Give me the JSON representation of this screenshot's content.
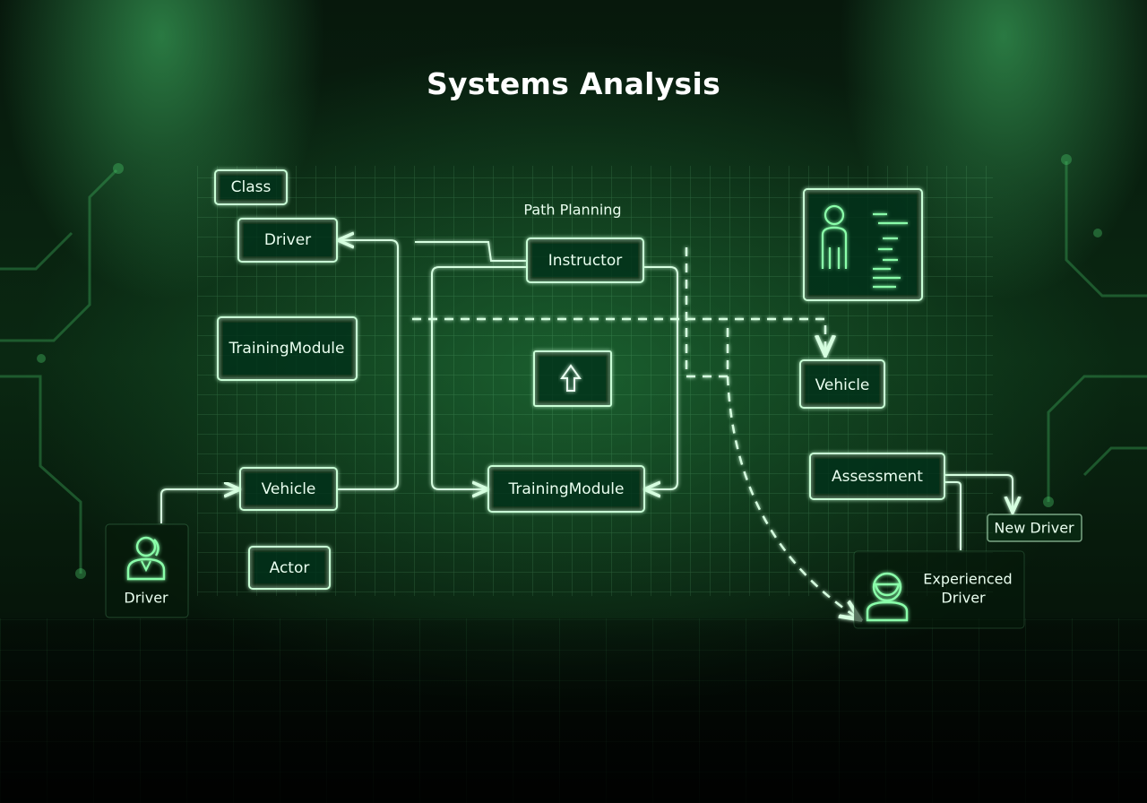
{
  "title": "Systems Analysis",
  "legend": {
    "label": "Path Planning"
  },
  "nodes": {
    "class": "Class",
    "driver": "Driver",
    "training_module_left": "TrainingModule",
    "vehicle_left": "Vehicle",
    "actor": "Actor",
    "driver_actor": "Driver",
    "instructor": "Instructor",
    "training_module_center": "TrainingModule",
    "vehicle_right": "Vehicle",
    "assessment": "Assessment",
    "new_driver": "New Driver",
    "experienced_driver_line1": "Experienced",
    "experienced_driver_line2": "Driver"
  },
  "icons": {
    "profile_card": "person-card-icon",
    "center_box": "arrow-up-icon",
    "driver_actor": "driver-person-icon",
    "experienced_driver": "helmet-person-icon"
  },
  "colors": {
    "accent": "#7dffa0",
    "line": "#d6ffe0",
    "background": "#041108"
  }
}
